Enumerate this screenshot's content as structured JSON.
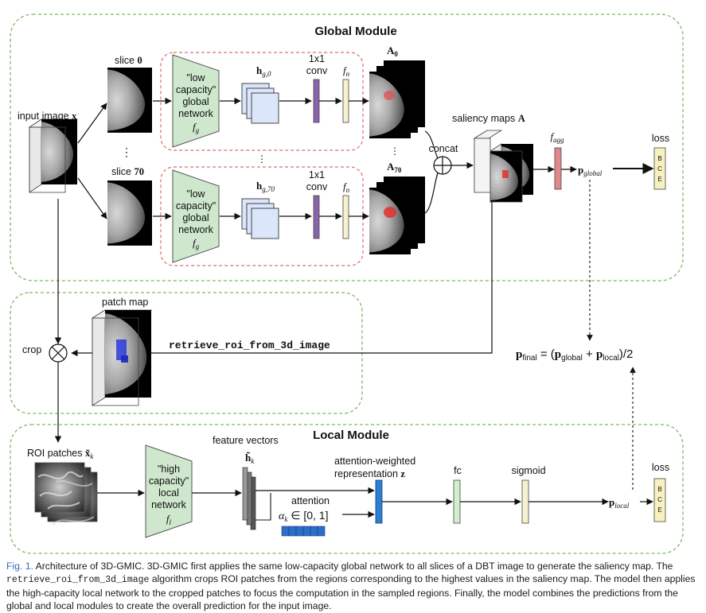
{
  "modules": {
    "global_title": "Global Module",
    "local_title": "Local Module"
  },
  "labels": {
    "input_image": "input image",
    "input_sym": "x",
    "slice0": "slice",
    "slice0_num": "0",
    "slice70": "slice",
    "slice70_num": "70",
    "netg_lines": [
      "\"low",
      "capacity\"",
      "global",
      "network"
    ],
    "netg_sym": "f",
    "netg_sub": "g",
    "hg0": "h",
    "hg0_sub": "g,0",
    "hg70": "h",
    "hg70_sub": "g,70",
    "conv_top": "1x1",
    "conv_bot": "conv",
    "fn": "f",
    "fn_sub": "n",
    "a0": "A",
    "a0_sub": "0",
    "a70": "A",
    "a70_sub": "70",
    "concat": "concat",
    "saliency": "saliency maps",
    "saliency_sym": "A",
    "fagg": "f",
    "fagg_sub": "agg",
    "pglobal": "p",
    "pglobal_sub": "global",
    "loss1": "loss",
    "bce": [
      "B",
      "C",
      "E"
    ],
    "patch_map": "patch map",
    "retrieve": "retrieve_roi_from_3d_image",
    "crop": "crop",
    "pfinal": "p",
    "pfinal_sub": "final",
    "pfinal_eq": " = (",
    "pfinal_p1": "p",
    "pfinal_p1_sub": "global",
    "pfinal_plus": " + ",
    "pfinal_p2": "p",
    "pfinal_p2_sub": "local",
    "pfinal_end": ")/2",
    "roi": "ROI patches",
    "roi_sym": "x̃",
    "roi_sub": "k",
    "netl_lines": [
      "\"high",
      "capacity\"",
      "local",
      "network"
    ],
    "netl_sym": "f",
    "netl_sub": "l",
    "feature_vectors": "feature vectors",
    "hk": "h̃",
    "hk_sub": "k",
    "attn_weighted_1": "attention-weighted",
    "attn_weighted_2": "representation",
    "z": "z",
    "attention": "attention",
    "alpha": "α",
    "alpha_sub": "k",
    "alpha_rest": " ∈ [0, 1]",
    "fc": "fc",
    "sigmoid": "sigmoid",
    "plocal": "p",
    "plocal_sub": "local",
    "loss2": "loss",
    "dots": "⋮"
  },
  "caption": {
    "fig": "Fig. 1.",
    "part1": "   Architecture of 3D-GMIC. 3D-GMIC first applies the same low-capacity global network to all slices of a DBT image to generate the saliency map. The ",
    "code": "retrieve_roi_from_3d_image",
    "part2": " algorithm crops ROI patches from the regions corresponding to the highest values in the saliency map. The model then applies the high-capacity local network to the cropped patches to focus the computation in the sampled regions. Finally, the model combines the predictions from the global and local modules to create the overall prediction for the input image."
  },
  "colors": {
    "green_dash": "#7db86a",
    "red_dash": "#d9706a",
    "net_fill": "#cfe8cd",
    "conv_fill": "#8a64a8",
    "fn_fill": "#f7f1cf",
    "fagg_fill": "#e2878a",
    "bce_fill": "#f7f1c0",
    "attn_fill": "#2b6fc9",
    "fc_fill": "#d2efcd"
  }
}
